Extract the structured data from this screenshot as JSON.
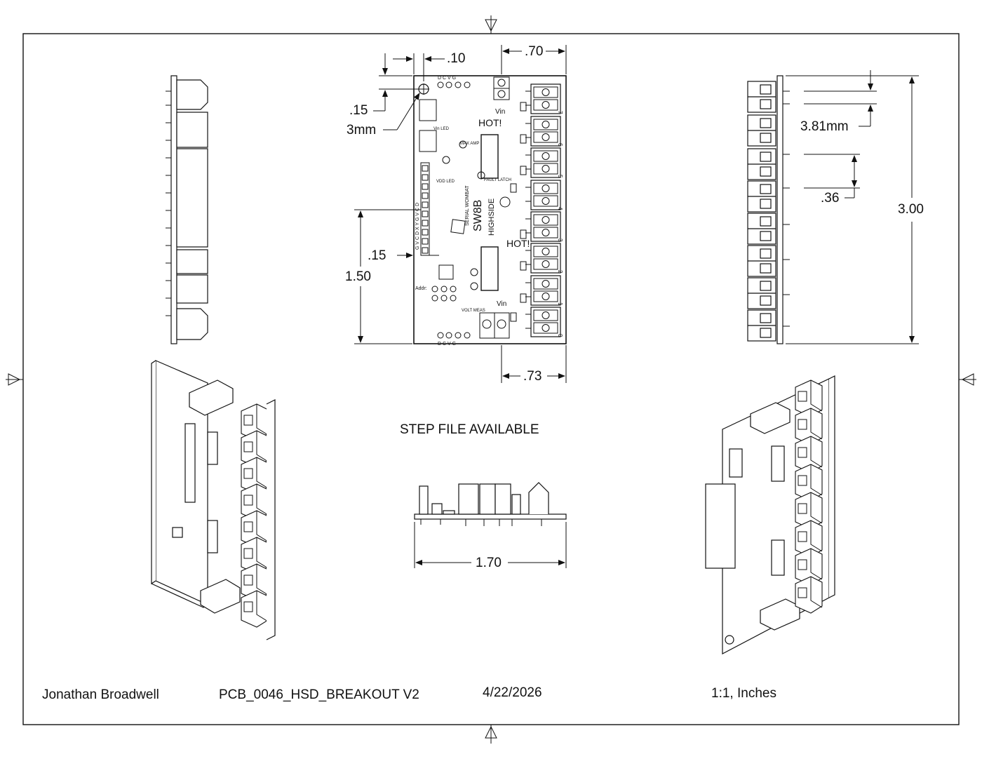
{
  "dimensions": {
    "hole_offset_x": ".10",
    "hole_offset_y": ".15",
    "hole_size": "3mm",
    "top_connector_offset": ".70",
    "mount_hole_x": ".15",
    "mount_hole_y": "1.50",
    "bottom_connector_offset": ".73",
    "terminal_pitch": "3.81mm",
    "terminal_spacing": ".36",
    "board_height": "3.00",
    "board_width": "1.70"
  },
  "note": "STEP FILE AVAILABLE",
  "title_block": {
    "author": "Jonathan Broadwell",
    "part_name": "PCB_0046_HSD_BREAKOUT V2",
    "date": "4/22/2026",
    "scale_units": "1:1, Inches"
  },
  "board_silkscreen": {
    "name": "SW8B",
    "subtitle": "HIGHSIDE",
    "brand": "SERIAL WOMBAT",
    "hot": "HOT!",
    "vin": "Vin",
    "ground": "G",
    "channels": [
      "7",
      "6",
      "5",
      "4",
      "3",
      "2",
      "1",
      "0"
    ],
    "header_top": [
      "D",
      "C",
      "V",
      "G"
    ],
    "header_side": "G V C D X Y G V C D",
    "addr": "Addr:",
    "vdd_led": "VDD LED",
    "vin_led": "Vin LED",
    "max_amp": "MAX AMP",
    "fault_latch": "FAULT LATCH",
    "volt_meas": "VOLT MEAS"
  },
  "colors": {
    "line": "#111111",
    "background": "#ffffff"
  }
}
